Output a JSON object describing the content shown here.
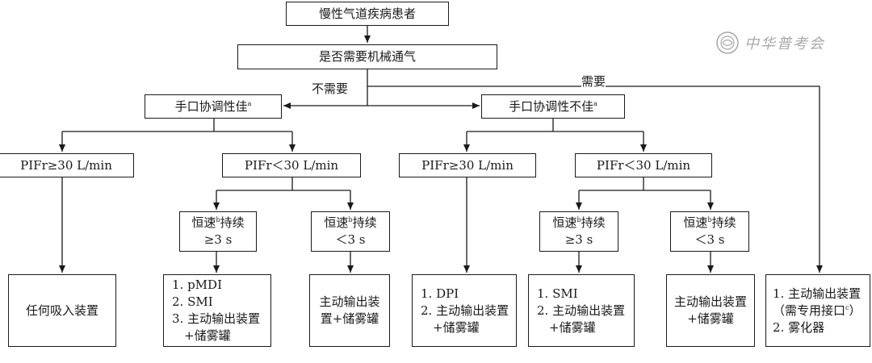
{
  "watermark": {
    "text": "中华普考会"
  },
  "nodes": {
    "root": "慢性气道疾病患者",
    "ventilation": "是否需要机械通气",
    "coord_good": {
      "text": "手口协调性佳",
      "sup": "a"
    },
    "coord_poor": {
      "text": "手口协调性不佳",
      "sup": "a"
    },
    "pif_ge_left": "PIFr≥30 L/min",
    "pif_lt_left": "PIFr＜30 L/min",
    "pif_ge_right": "PIFr≥30 L/min",
    "pif_lt_right": "PIFr＜30 L/min",
    "const_ge_left": {
      "pre": "恒速",
      "sup": "b",
      "post": "持续",
      "line2": "≥3 s"
    },
    "const_lt_left": {
      "pre": "恒速",
      "sup": "b",
      "post": "持续",
      "line2": "＜3 s"
    },
    "const_ge_right": {
      "pre": "恒速",
      "sup": "b",
      "post": "持续",
      "line2": "≥3 s"
    },
    "const_lt_right": {
      "pre": "恒速",
      "sup": "b",
      "post": "持续",
      "line2": "＜3 s"
    },
    "leaf_any": "任何吸入装置",
    "leaf_pmdi": [
      "1. pMDI",
      "2. SMI",
      "3. 主动输出装置",
      "　+储雾罐"
    ],
    "leaf_active_left": [
      "主动输出装",
      "置+储雾罐"
    ],
    "leaf_dpi": [
      "1. DPI",
      "2. 主动输出装置",
      "　+储雾罐"
    ],
    "leaf_smi": [
      "1. SMI",
      "2. 主动输出装置",
      "　+储雾罐"
    ],
    "leaf_active_right": [
      "主动输出装置",
      "+储雾罐"
    ],
    "leaf_vent": {
      "line1": "1. 主动输出装置",
      "line2_pre": "（需专用接口",
      "line2_sup": "c",
      "line2_post": "）",
      "line3": "2. 雾化器"
    }
  },
  "edges": {
    "not_needed": "不需要",
    "needed": "需要"
  }
}
